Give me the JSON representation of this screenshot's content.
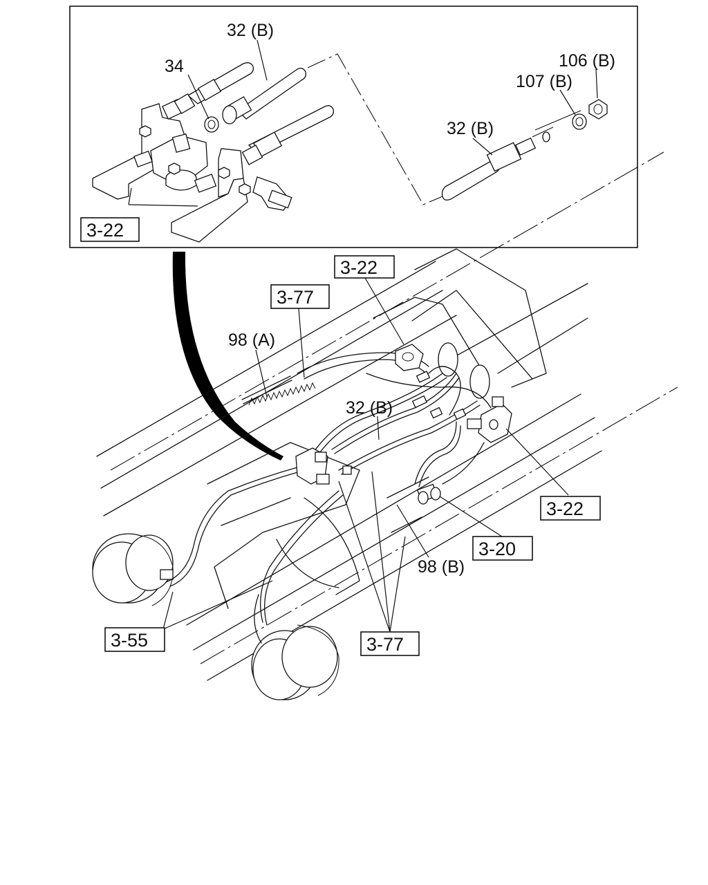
{
  "inset": {
    "callouts": {
      "hose_top": "32 (B)",
      "washer_34": "34",
      "nut_106": "106 (B)",
      "washer_107": "107 (B)",
      "hose_right": "32 (B)"
    },
    "ref_box": "3-22"
  },
  "main": {
    "ref_boxes": {
      "top_center": "3-22",
      "left_pipe": "3-77",
      "right_valve": "3-22",
      "valve_bottom": "3-20",
      "chamber_left": "3-55",
      "bottom_pipes": "3-77"
    },
    "callouts": {
      "pipe_98a": "98 (A)",
      "hose_32b": "32 (B)",
      "pipe_98b": "98 (B)"
    }
  }
}
